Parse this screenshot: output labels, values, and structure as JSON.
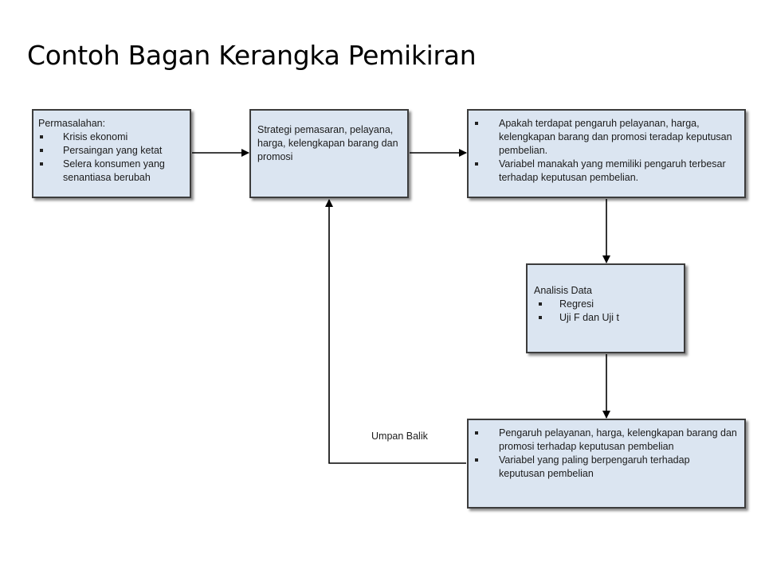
{
  "title": "Contoh Bagan Kerangka Pemikiran",
  "boxes": {
    "problems": {
      "heading": "Permasalahan:",
      "items": [
        "Krisis ekonomi",
        "Persaingan yang ketat",
        "Selera konsumen yang senantiasa berubah"
      ]
    },
    "strategy": {
      "text": "Strategi pemasaran, pelayana, harga, kelengkapan barang dan promosi"
    },
    "questions": {
      "items": [
        "Apakah terdapat pengaruh pelayanan, harga, kelengkapan barang dan promosi teradap keputusan pembelian.",
        "Variabel manakah yang memiliki pengaruh terbesar terhadap keputusan pembelian."
      ]
    },
    "analysis": {
      "heading": "Analisis Data",
      "items": [
        "Regresi",
        "Uji F dan Uji t"
      ]
    },
    "results": {
      "items": [
        "Pengaruh pelayanan, harga, kelengkapan barang dan promosi terhadap keputusan pembelian",
        "Variabel yang paling berpengaruh terhadap keputusan pembelian"
      ]
    }
  },
  "feedback_label": "Umpan Balik",
  "colors": {
    "box_fill": "#dbe5f1",
    "box_border": "#3c3c3c",
    "arrow": "#000000"
  }
}
